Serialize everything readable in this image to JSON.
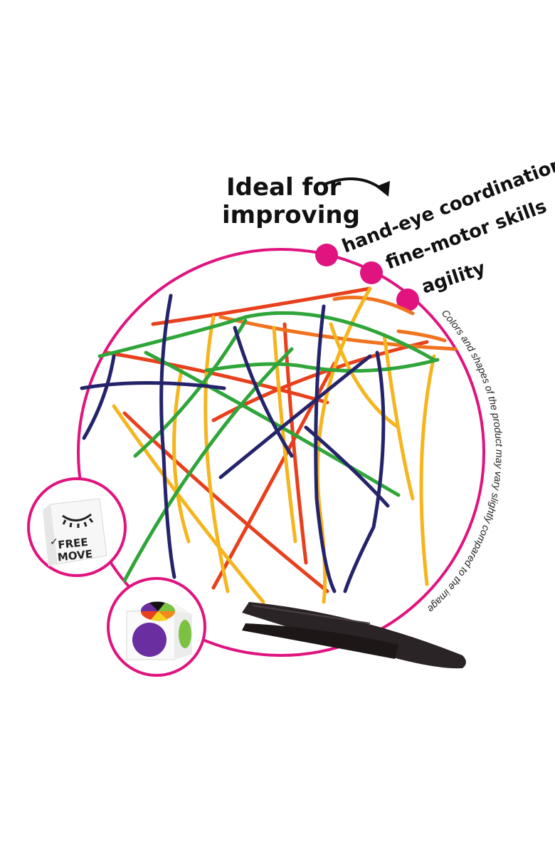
{
  "headline": {
    "line1": "Ideal for",
    "line2": "improving"
  },
  "benefits": [
    {
      "label": "hand-eye coordination"
    },
    {
      "label": "fine-motor skills"
    },
    {
      "label": "agility"
    }
  ],
  "disclaimer": "Colors and shapes of the product may vary slightly compared to the image",
  "dice": {
    "action_face_text": "FREE\nMOVE",
    "side_mark": "✓"
  },
  "colors": {
    "accent": "#e0137f",
    "stick_red": "#e8401c",
    "stick_orange": "#f0731f",
    "stick_yellow": "#f5b51f",
    "stick_green": "#2fa53a",
    "stick_navy": "#25246b",
    "tweezers": "#2b2426",
    "dice_purple": "#6a2ea0",
    "dice_green": "#7cc242"
  },
  "icons": [
    "arrow-icon",
    "eye-closed-icon",
    "color-wheel-icon",
    "bullet-dot-icon"
  ]
}
